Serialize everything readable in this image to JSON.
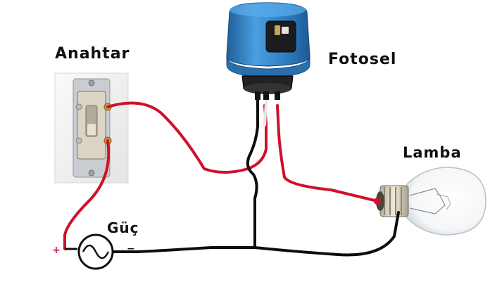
{
  "labels": {
    "switch": "Anahtar",
    "photocell": "Fotosel",
    "lamp": "Lamba",
    "power": "Güç"
  },
  "power_source": {
    "positive": "+",
    "negative": "−"
  },
  "colors": {
    "live_wire": "#d0102a",
    "neutral_wire": "#0d0d0d",
    "photocell_body": "#2e7fc1",
    "background": "#ffffff"
  }
}
